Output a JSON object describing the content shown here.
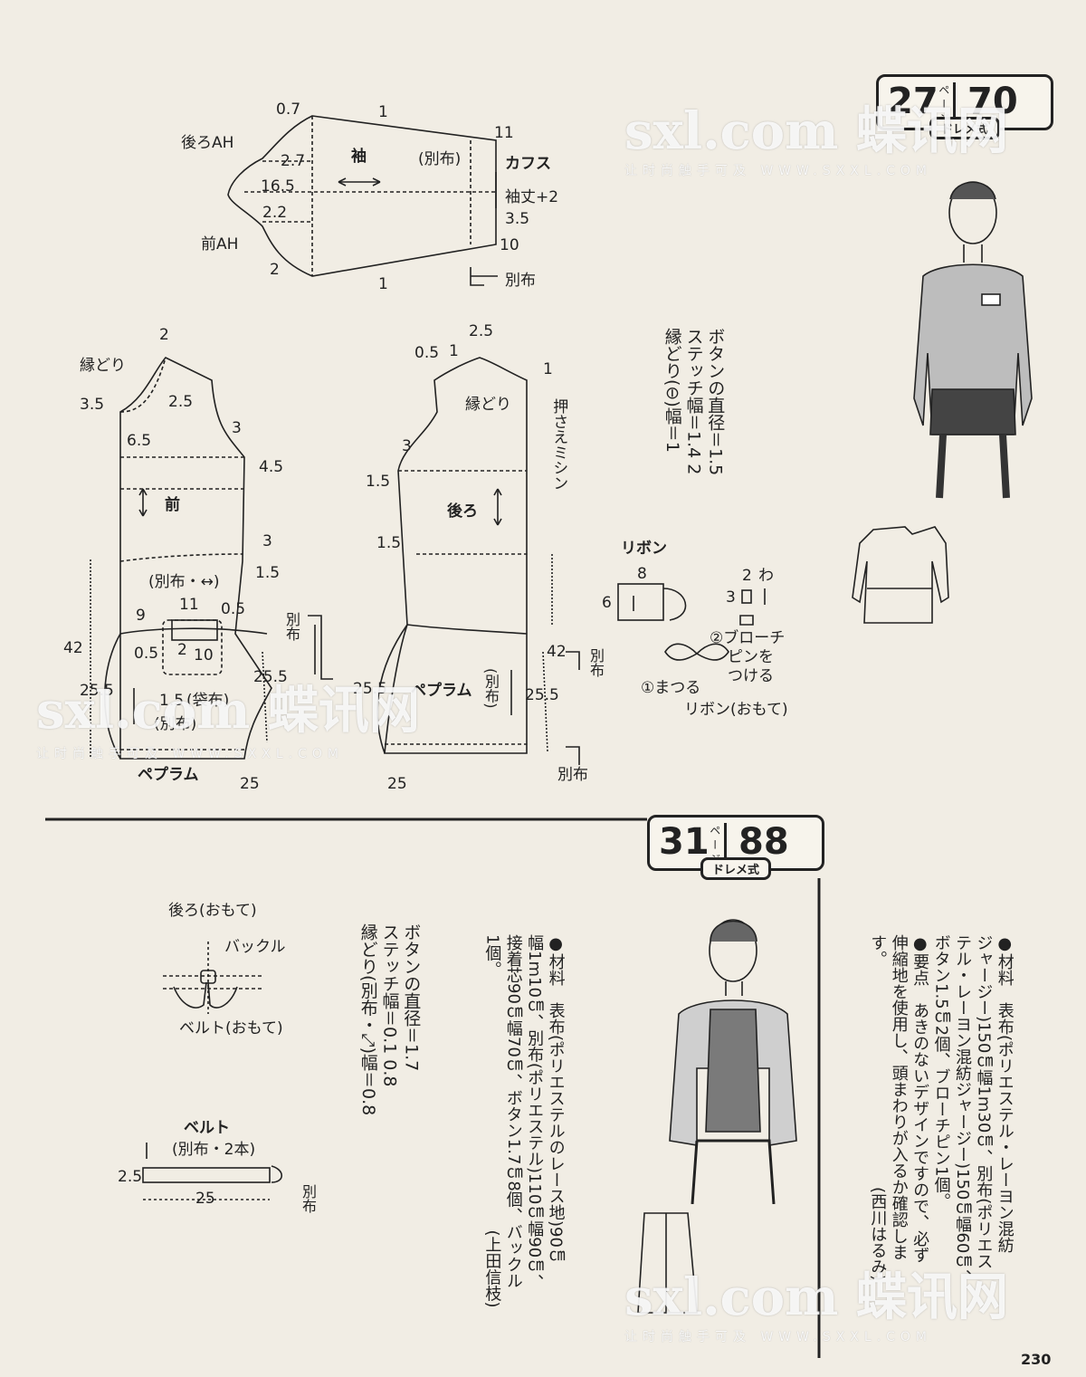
{
  "sections": [
    {
      "badge": {
        "left": "27",
        "kana": "ペ ー ジ",
        "right": "70",
        "style": "ドレメ式"
      },
      "sleeve_labels": {
        "back_ah": "後ろAH",
        "front_ah": "前AH",
        "sleeve": "袖",
        "cuff_cloth": "(別布)",
        "cuff": "カフス",
        "sleeve_len": "袖丈+2",
        "n07": "0.7",
        "n1a": "1",
        "n11": "11",
        "n27": "2.7",
        "n165": "16.5",
        "n22": "2.2",
        "n35": "3.5",
        "n10": "10",
        "n2": "2",
        "n1b": "1",
        "betsu": "別布"
      },
      "front_labels": {
        "n2": "2",
        "binding": "縁どり",
        "n35": "3.5",
        "n25": "2.5",
        "n65": "6.5",
        "n3": "3",
        "n45": "4.5",
        "front": "前",
        "n3b": "3",
        "n15": "1.5",
        "betsu_arrow": "(別布・↔)",
        "n11": "11",
        "n05a": "0.5",
        "n9": "9",
        "n05b": "0.5",
        "n2b": "2",
        "n10": "10",
        "n42": "42",
        "n255a": "25.5",
        "n255b": "25.5",
        "n15b": "1.5",
        "pocket": "(袋布)",
        "betsu2": "(別布)",
        "peplum": "ペプラム",
        "n25b": "25",
        "betsu_side": "別布"
      },
      "back_labels": {
        "n25": "2.5",
        "n05": "0.5",
        "n1": "1",
        "n1b": "1",
        "binding": "縁どり",
        "n3": "3",
        "n15": "1.5",
        "back": "後ろ",
        "n15b": "1.5",
        "n42": "42",
        "n255a": "25.5",
        "peplum": "ペプラム",
        "betsu": "(別布)",
        "n255b": "25.5",
        "n25b": "25",
        "betsu_side": "別布",
        "betsu_bottom": "別布",
        "press": "押さえミシン"
      },
      "notes_vertical": [
        "ボタンの直径＝1.5",
        "ステッチ幅＝1.4 2",
        "縁どり(⊖)幅＝1"
      ],
      "ribbon": {
        "title": "リボン",
        "n8": "8",
        "n6": "6",
        "n2": "2",
        "wa": "わ",
        "n3": "3",
        "step2a": "②ブローチ",
        "step2b": "ピンを",
        "step2c": "つける",
        "step1": "①まつる",
        "face": "リボン(おもて)"
      }
    },
    {
      "badge": {
        "left": "31",
        "kana": "ペ ー ジ",
        "right": "88",
        "style": "ドレメ式"
      },
      "belt_diagram": {
        "back": "後ろ(おもて)",
        "buckle": "バックル",
        "belt_face": "ベルト(おもて)"
      },
      "notes_vertical": [
        "ボタンの直径＝1.7",
        "ステッチ幅＝0.1 0.8",
        "縁どり(別布・⤢)幅＝0.8"
      ],
      "belt": {
        "title": "ベルト",
        "betsu": "(別布・2本)",
        "n25": "2.5",
        "n25b": "25",
        "betsu_side": "別布"
      },
      "materials_31": [
        "●材料　表布(ポリエステルのレース地)90㎝",
        "幅1m10㎝、別布(ポリエステル)110㎝幅90㎝、",
        "接着芯90㎝幅70㎝、ボタン1.7㎝8個、バックル",
        "1個。　　　　　　　　　　　　　　　　(上田信枝)"
      ],
      "materials_27": [
        "●材料　表布(ポリエステル・レーヨン混紡",
        "ジャージー)150㎝幅1m30㎝、別布(ポリエス",
        "テル・レーヨン混紡ジャージー)150㎝幅60㎝、",
        "ボタン1.5㎝2個、ブローチピン1個。",
        "●要点　あきのないデザインですので、必ず",
        "伸縮地を使用し、頭まわりが入るか確認しま",
        "す。　　　　　　　　　　　　　　(西川はるみ)"
      ]
    }
  ],
  "watermark": {
    "brand": "sxl.com 蝶讯网",
    "sub": "让时尚触手可及 WWW.SXXL.COM",
    "reg": "®"
  },
  "page_number": "230"
}
